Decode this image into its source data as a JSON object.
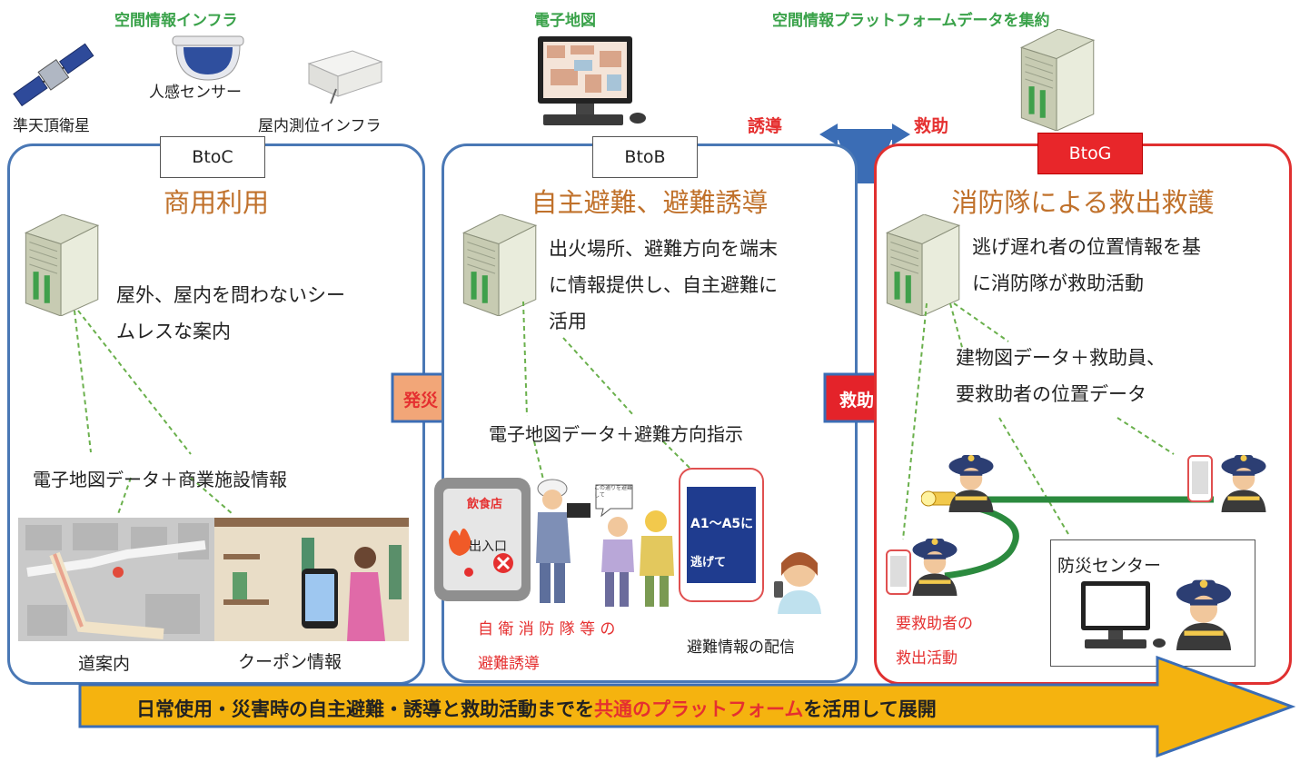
{
  "infra": {
    "title": "空間情報インフラ",
    "satellite": "準天頂衛星",
    "sensor": "人感センサー",
    "indoor": "屋内測位インフラ"
  },
  "emap": {
    "title": "電子地図"
  },
  "platform": {
    "title": "空間情報プラットフォームデータを集約"
  },
  "arrows": {
    "guide": "誘導",
    "rescue_top": "救助",
    "disaster": "発災",
    "rescue_mid": "救助"
  },
  "panels": {
    "btoc": {
      "tag": "BtoC",
      "title": "商用利用",
      "desc_1": "屋外、屋内を問わないシー",
      "desc_2": "ムレスな案内",
      "data_label": "電子地図データ＋商業施設情報",
      "img_1": "道案内",
      "img_2": "クーポン情報"
    },
    "btob": {
      "tag": "BtoB",
      "title": "自主避難、避難誘導",
      "desc_1": "出火場所、避難方向を端末",
      "desc_2": "に情報提供し、自主避難に",
      "desc_3": "活用",
      "data_label": "電子地図データ＋避難方向指示",
      "phone_shop": "飲食店",
      "phone_exit": "出入口",
      "phone_msg_1": "A1～A5に",
      "phone_msg_2": "逃げて",
      "bubble": "この通りを避難して",
      "caption_red_1": "自 衛 消 防 隊 等 の",
      "caption_red_2": "避難誘導",
      "caption": "避難情報の配信"
    },
    "btog": {
      "tag": "BtoG",
      "title": "消防隊による救出救護",
      "desc_1": "逃げ遅れ者の位置情報を基",
      "desc_2": "に消防隊が救助活動",
      "data_1": "建物図データ＋救助員、",
      "data_2": "要救助者の位置データ",
      "center": "防災センター",
      "caption_1": "要救助者の",
      "caption_2": "救出活動"
    }
  },
  "banner": {
    "text_pre": "日常使用・災害時の自主避難・誘導と救助活動までを",
    "text_hl": "共通のプラットフォーム",
    "text_post": "を活用して展開"
  }
}
